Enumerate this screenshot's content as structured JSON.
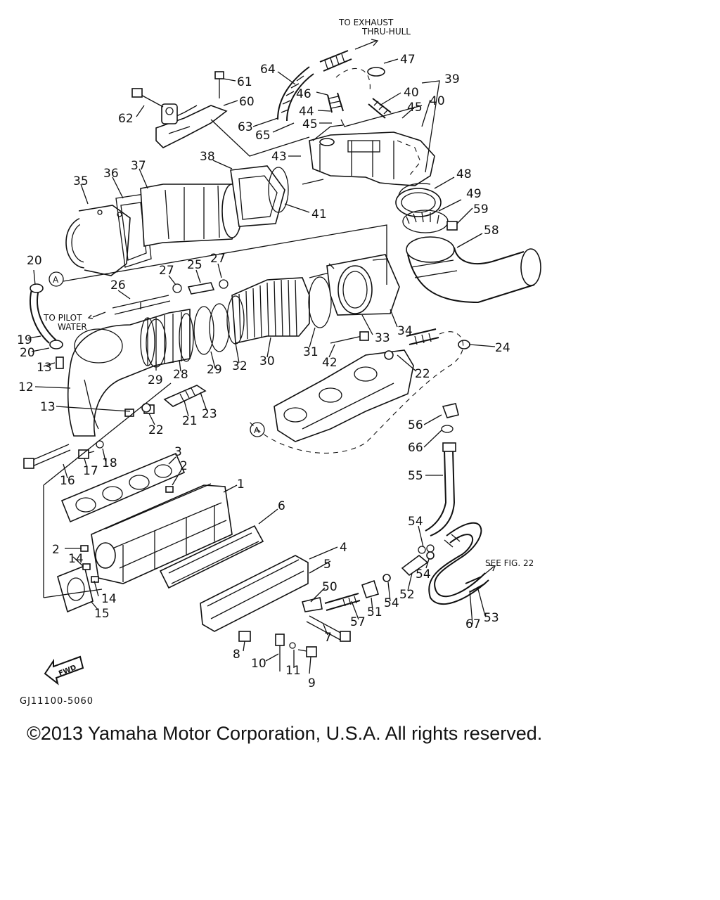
{
  "notes": {
    "to_exhaust": "TO EXHAUST",
    "thru_hull": "THRU-HULL",
    "to_pilot": "TO PILOT",
    "water": "WATER",
    "see_fig": "SEE FIG. 22",
    "ref_a": "A",
    "fwd": "FWD"
  },
  "diagram_code": "GJ11100-5060",
  "copyright": "©2013 Yamaha Motor Corporation, U.S.A. All rights reserved.",
  "part_labels": [
    "1",
    "2",
    "3",
    "4",
    "5",
    "6",
    "7",
    "8",
    "9",
    "10",
    "11",
    "12",
    "13",
    "14",
    "15",
    "16",
    "17",
    "18",
    "19",
    "20",
    "21",
    "22",
    "23",
    "24",
    "25",
    "26",
    "27",
    "28",
    "29",
    "30",
    "31",
    "32",
    "33",
    "34",
    "35",
    "36",
    "37",
    "38",
    "39",
    "40",
    "41",
    "42",
    "43",
    "44",
    "45",
    "46",
    "47",
    "48",
    "49",
    "50",
    "51",
    "52",
    "53",
    "54",
    "55",
    "56",
    "57",
    "58",
    "59",
    "60",
    "61",
    "62",
    "63",
    "64",
    "65",
    "66",
    "67"
  ]
}
